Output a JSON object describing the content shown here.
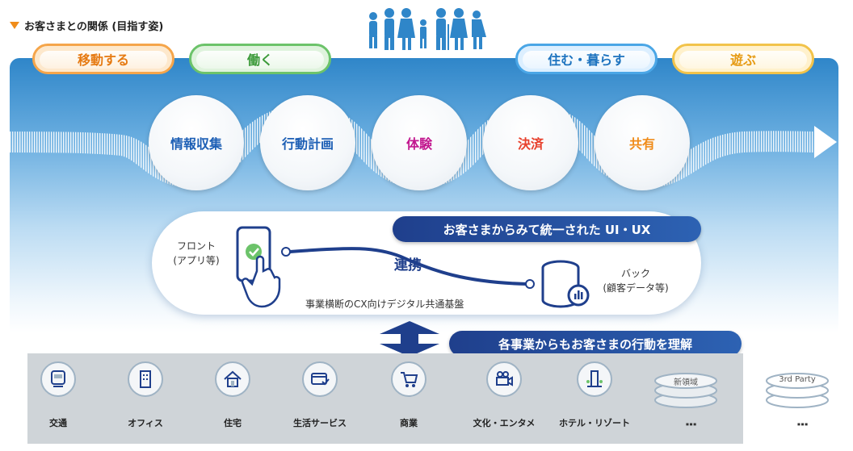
{
  "header": {
    "title": "お客さまとの関係 (目指す姿)"
  },
  "lifestyle_pills": [
    {
      "label": "移動する",
      "color": "#e67a12"
    },
    {
      "label": "働く",
      "color": "#3b9a39"
    },
    {
      "label": "住む・暮らす",
      "color": "#1d73bf"
    },
    {
      "label": "遊ぶ",
      "color": "#e69a12"
    }
  ],
  "journey_steps": [
    {
      "label": "情報収集",
      "color": "#1d5fb5"
    },
    {
      "label": "行動計画",
      "color": "#1d5fb5"
    },
    {
      "label": "体験",
      "color": "#c2178f"
    },
    {
      "label": "決済",
      "color": "#e8402c"
    },
    {
      "label": "共有",
      "color": "#f08c1a"
    }
  ],
  "platform": {
    "banner": "お客さまからみて統一された UI・UX",
    "front_line1": "フロント",
    "front_line2": "(アプリ等)",
    "link_label": "連携",
    "back_line1": "バック",
    "back_line2": "(顧客データ等)",
    "base_label": "事業横断のCX向けデジタル共通基盤"
  },
  "business_banner": "各事業からもお客さまの行動を理解",
  "businesses": [
    {
      "label": "交通",
      "icon": "train-icon"
    },
    {
      "label": "オフィス",
      "icon": "office-building-icon"
    },
    {
      "label": "住宅",
      "icon": "house-icon"
    },
    {
      "label": "生活サービス",
      "icon": "card-payment-icon"
    },
    {
      "label": "商業",
      "icon": "shopping-cart-icon"
    },
    {
      "label": "文化・エンタメ",
      "icon": "movie-camera-icon"
    },
    {
      "label": "ホテル・リゾート",
      "icon": "hotel-icon"
    }
  ],
  "new_domain": {
    "label": "新領域",
    "more": "⋮"
  },
  "third_party": {
    "label": "3rd Party",
    "more": "⋮"
  },
  "colors": {
    "navy": "#1f3f8c",
    "band_top": "#2f86c9",
    "panel": "#cfd4d8"
  }
}
